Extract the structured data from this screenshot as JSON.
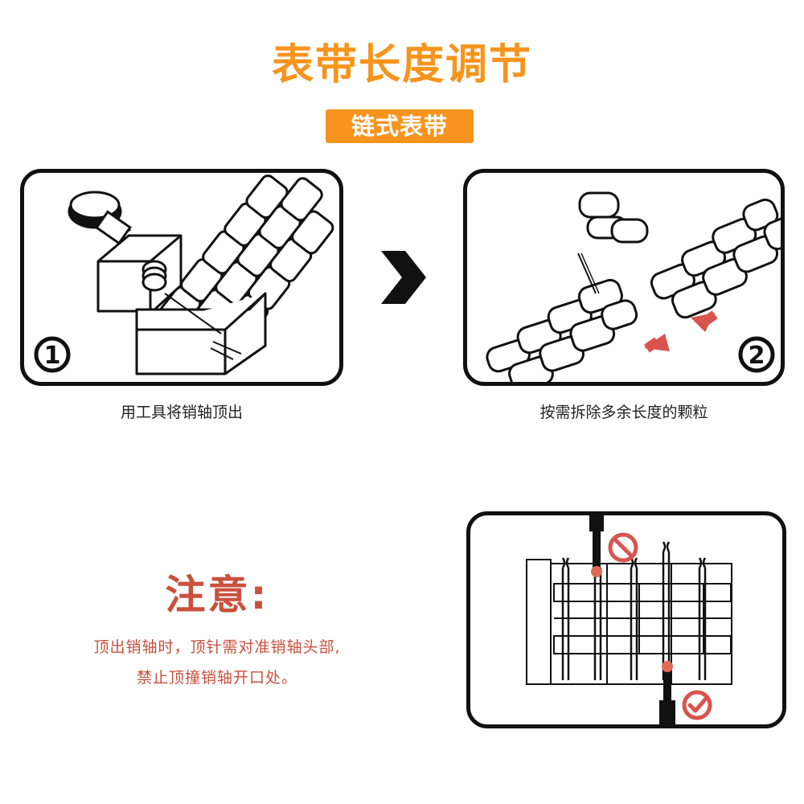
{
  "header": {
    "title": "表带长度调节",
    "subtitle": "链式表带"
  },
  "steps": [
    {
      "number": "1",
      "caption": "用工具将销轴顶出"
    },
    {
      "number": "2",
      "caption": "按需拆除多余长度的颗粒"
    }
  ],
  "notice": {
    "title": "注意:",
    "lines": [
      "顶出销轴时，顶针需对准销轴头部,",
      "禁止顶撞销轴开口处。"
    ]
  },
  "colors": {
    "title_orange": "#f7941d",
    "notice_red": "#c9503c",
    "arrow_red": "#d9534f",
    "outline": "#111111"
  },
  "icons": [
    "next-step-arrow-icon",
    "prohibited-icon",
    "check-icon"
  ]
}
